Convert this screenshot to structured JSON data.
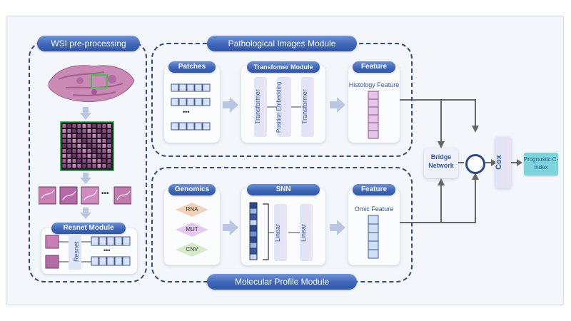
{
  "colors": {
    "frame_dash": "#2d4a86",
    "pill_blue": "#3f66b8",
    "text_blue": "#2f56a8",
    "feature_cell": "#e6c6e6",
    "patch_cell": "#d9e2f5",
    "prognostic_box": "#7fd3dd"
  },
  "wsi": {
    "title": "WSI pre-processing",
    "resnet_title": "Resnet Module",
    "resnet_label": "Resnet",
    "dots": "•••"
  },
  "pathology": {
    "title": "Pathological Images Module",
    "patches_label": "Patches",
    "transformer_label": "Transfomer Module",
    "feature_label": "Feature",
    "feature_sub": "Histology Feature",
    "layer1": "Transformer",
    "layer2": "Position Embedding",
    "layer3": "Transformer",
    "dots": "•••"
  },
  "molecular": {
    "title": "Molecular Profile Module",
    "genomics_label": "Genomics",
    "snn_label": "SNN",
    "feature_label": "Feature",
    "feature_sub": "Omic Feature",
    "rna": "RNA",
    "mut": "MUT",
    "cnv": "CNV",
    "linear1": "Linear",
    "linear2": "Linear"
  },
  "fusion": {
    "bridge": "Bridge Network",
    "cox": "Cox",
    "prognostic": "Prognostic C-index"
  }
}
